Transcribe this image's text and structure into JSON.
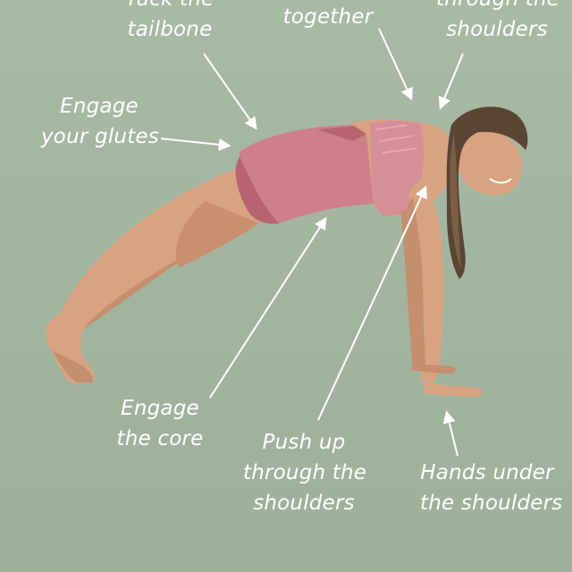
{
  "cues": {
    "tailbone": {
      "line1": "Tuck the",
      "line2": "tailbone"
    },
    "together": {
      "line1": "together"
    },
    "shoulders_top": {
      "line1": "through the",
      "line2": "shoulders"
    },
    "glutes": {
      "line1": "Engage",
      "line2": "your glutes"
    },
    "core": {
      "line1": "Engage",
      "line2": "the core"
    },
    "push": {
      "line1": "Push up",
      "line2": "through the",
      "line3": "shoulders"
    },
    "hands": {
      "line1": "Hands under",
      "line2": "the shoulders"
    }
  },
  "colors": {
    "background": "#a3b59f",
    "skin": "#d9a382",
    "skin_shadow": "#b87f62",
    "outfit": "#cf7f8a",
    "outfit_shadow": "#b8646f",
    "hair": "#5a4535",
    "arrow": "#ffffff"
  }
}
